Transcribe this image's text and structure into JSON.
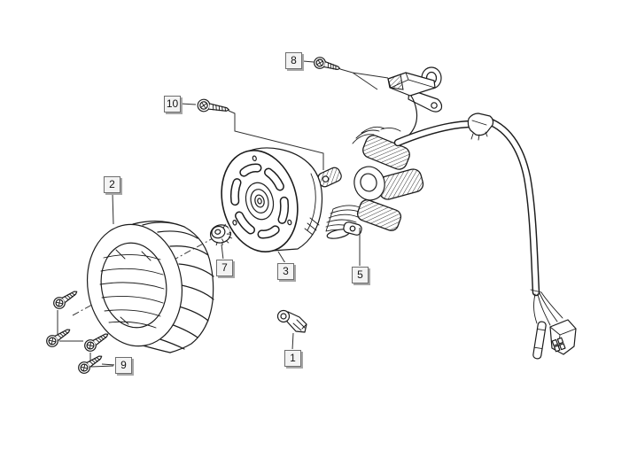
{
  "diagram": {
    "background_color": "#ffffff",
    "line_color": "#1c1c1c",
    "leader_line_color": "#2f2f2f",
    "callout_box": {
      "face_color": "#f3f3f3",
      "border_color": "#6e6e6e",
      "shadow_color": "#a6a6a6",
      "text_color": "#141414"
    },
    "callouts": [
      {
        "number": "1"
      },
      {
        "number": "2"
      },
      {
        "number": "3"
      },
      {
        "number": "5"
      },
      {
        "number": "7"
      },
      {
        "number": "8"
      },
      {
        "number": "9"
      },
      {
        "number": "10"
      }
    ]
  }
}
